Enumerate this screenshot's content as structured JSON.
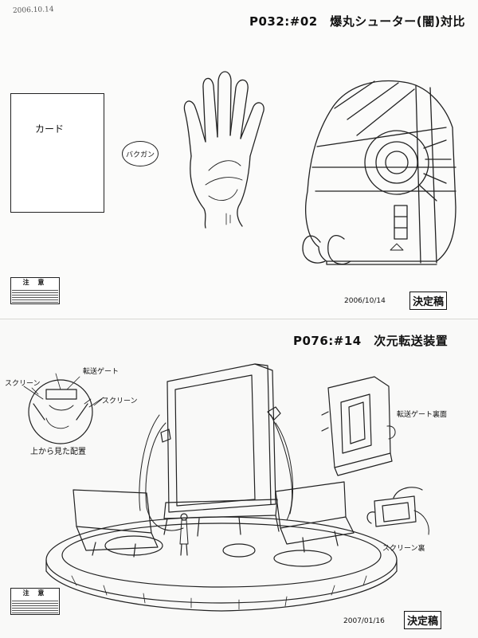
{
  "top_sheet": {
    "title": "P032:#02　爆丸シューター(闇)対比",
    "corner_note": "2006.10.14",
    "card_label": "カード",
    "bubble_label": "バクガン",
    "caution_title": "注 意",
    "date": "2006/10/14",
    "stamp": "決定稿"
  },
  "bottom_sheet": {
    "title": "P076:#14　次元転送装置",
    "labels": {
      "screen_left": "スクリーン",
      "transfer_gate": "転送ゲート",
      "screen_right": "スクリーン",
      "top_view": "上から見た配置",
      "gate_back": "転送ゲート裏面",
      "screen_back": "スクリーン裏"
    },
    "caution_title": "注 意",
    "date": "2007/01/16",
    "stamp": "決定稿"
  }
}
